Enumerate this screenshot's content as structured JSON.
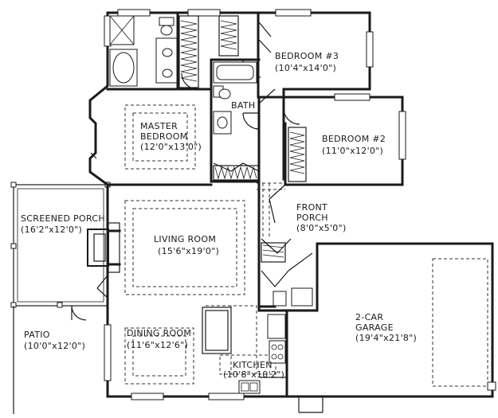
{
  "rooms": {
    "bedroom3": {
      "name": "BEDROOM #3",
      "dims": "(10'4\"x14'0\")"
    },
    "bath": {
      "name": "BATH"
    },
    "master": {
      "name1": "MASTER",
      "name2": "BEDROOM",
      "dims": "(12'0\"x13'0\")"
    },
    "bedroom2": {
      "name": "BEDROOM #2",
      "dims": "(11'0\"x12'0\")"
    },
    "screened": {
      "name": "SCREENED PORCH",
      "dims": "(16'2\"x12'0\")"
    },
    "front_porch": {
      "name1": "FRONT",
      "name2": "PORCH",
      "dims": "(8'0\"x5'0\")"
    },
    "living": {
      "name": "LIVING ROOM",
      "dims": "(15'6\"x19'0\")"
    },
    "garage": {
      "name1": "2-CAR",
      "name2": "GARAGE",
      "dims": "(19'4\"x21'8\")"
    },
    "patio": {
      "name": "PATIO",
      "dims": "(10'0\"x12'0\")"
    },
    "dining": {
      "name": "DINING ROOM",
      "dims": "(11'6\"x12'6\")"
    },
    "kitchen": {
      "name": "KITCHEN",
      "dims": "(10'8\"x10'2\")"
    }
  }
}
